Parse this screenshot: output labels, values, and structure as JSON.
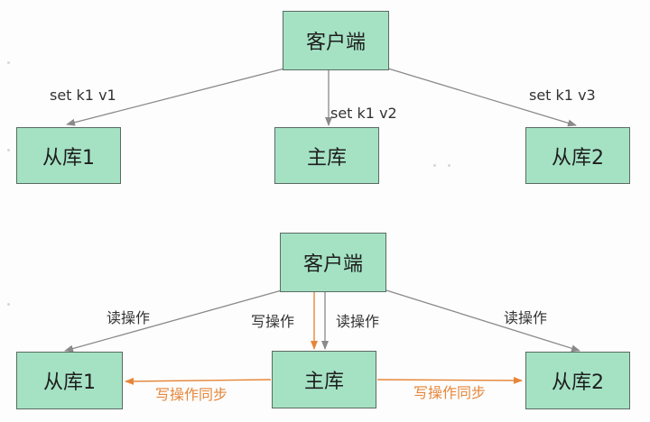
{
  "colors": {
    "node_fill": "#a5e2c4",
    "node_border": "#5a6b62",
    "arrow_gray": "#8a8a8a",
    "arrow_orange": "#e6863a"
  },
  "top": {
    "client": "客户端",
    "replica_left": "从库1",
    "master": "主库",
    "replica_right": "从库2",
    "edge_left": "set k1 v1",
    "edge_middle": "set k1 v2",
    "edge_right": "set k1 v3"
  },
  "bottom": {
    "client": "客户端",
    "replica_left": "从库1",
    "master": "主库",
    "replica_right": "从库2",
    "read_left": "读操作",
    "write_middle": "写操作",
    "read_middle": "读操作",
    "read_right": "读操作",
    "sync_left": "写操作同步",
    "sync_right": "写操作同步"
  }
}
